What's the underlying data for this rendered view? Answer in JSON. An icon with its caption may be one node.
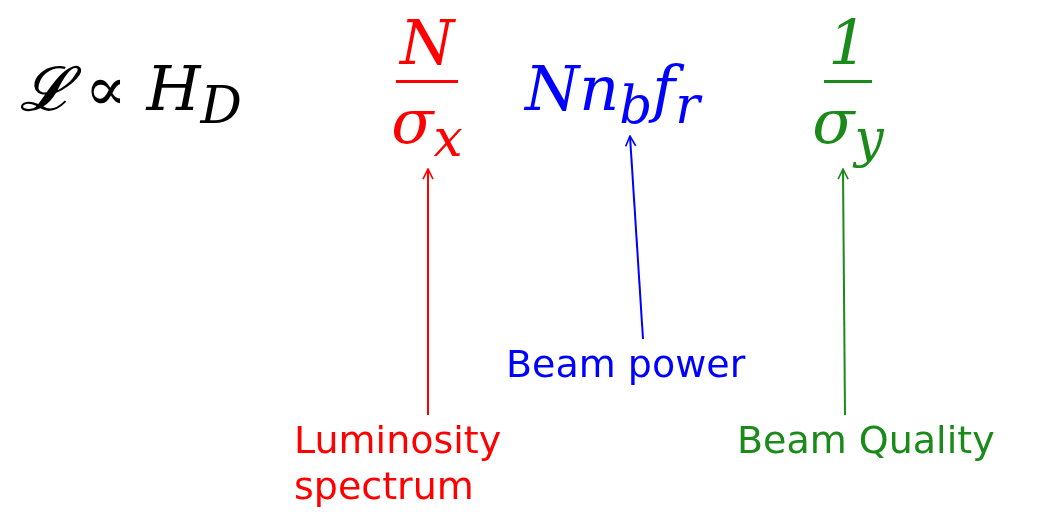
{
  "diagram": {
    "nodes": [
      {
        "text": [
          "N",
          "σ$_{x}$"
        ]
      },
      {
        "text": [
          "Nn$_{b}$f$_{r}$"
        ]
      },
      {
        "text": [
          "1",
          "σ$_{y}$"
        ]
      },
      {
        "text": [
          "Beam power"
        ]
      },
      {
        "text": [
          "Luminosity spectrum"
        ]
      },
      {
        "text": [
          "Beam Quality"
        ]
      }
    ],
    "edges": [
      {
        "from": 4,
        "to": 0,
        "arrow": "to",
        "color": "#ff0000"
      },
      {
        "from": 3,
        "to": 1,
        "arrow": "to",
        "color": "#0000ff"
      },
      {
        "from": 5,
        "to": 2,
        "arrow": "to",
        "color": "#1a8a1a"
      }
    ],
    "labels": [
      "𝓛 ∝ H$_{D}$"
    ]
  }
}
